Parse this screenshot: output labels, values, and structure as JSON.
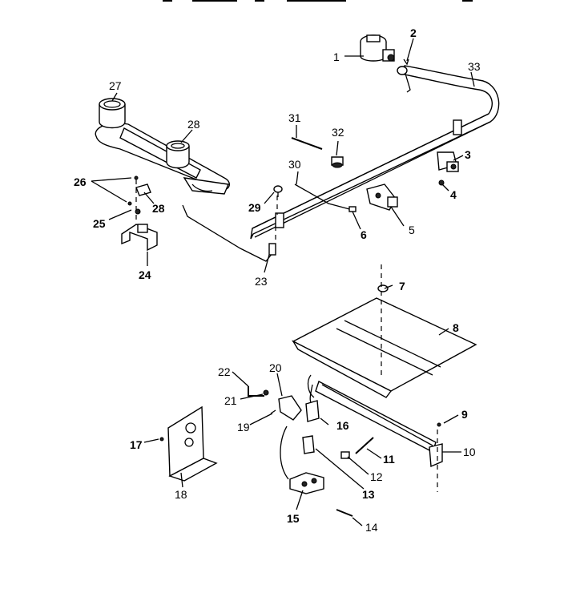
{
  "callouts": [
    {
      "id": "p1",
      "label": "1"
    },
    {
      "id": "p2",
      "label": "2"
    },
    {
      "id": "p3",
      "label": "3"
    },
    {
      "id": "p4",
      "label": "4"
    },
    {
      "id": "p5",
      "label": "5"
    },
    {
      "id": "p6",
      "label": "6"
    },
    {
      "id": "p7",
      "label": "7"
    },
    {
      "id": "p8",
      "label": "8"
    },
    {
      "id": "p9",
      "label": "9"
    },
    {
      "id": "p10",
      "label": "10"
    },
    {
      "id": "p11",
      "label": "11"
    },
    {
      "id": "p12",
      "label": "12"
    },
    {
      "id": "p13",
      "label": "13"
    },
    {
      "id": "p14",
      "label": "14"
    },
    {
      "id": "p15",
      "label": "15"
    },
    {
      "id": "p16",
      "label": "16"
    },
    {
      "id": "p17",
      "label": "17"
    },
    {
      "id": "p18",
      "label": "18"
    },
    {
      "id": "p19",
      "label": "19"
    },
    {
      "id": "p20",
      "label": "20"
    },
    {
      "id": "p21",
      "label": "21"
    },
    {
      "id": "p22",
      "label": "22"
    },
    {
      "id": "p23",
      "label": "23"
    },
    {
      "id": "p24",
      "label": "24"
    },
    {
      "id": "p25",
      "label": "25"
    },
    {
      "id": "p26",
      "label": "26"
    },
    {
      "id": "p27",
      "label": "27"
    },
    {
      "id": "p28a",
      "label": "28"
    },
    {
      "id": "p28b",
      "label": "28"
    },
    {
      "id": "p29",
      "label": "29"
    },
    {
      "id": "p30",
      "label": "30"
    },
    {
      "id": "p31",
      "label": "31"
    },
    {
      "id": "p32",
      "label": "32"
    },
    {
      "id": "p33",
      "label": "33"
    }
  ]
}
